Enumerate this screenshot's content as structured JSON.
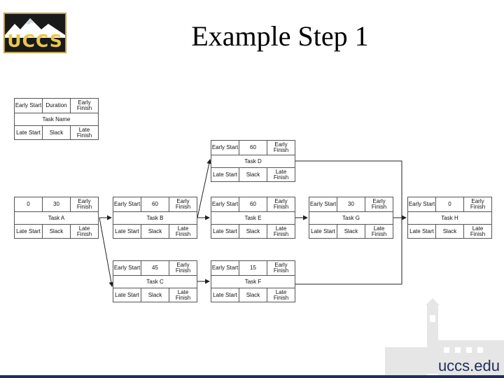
{
  "slide": {
    "title": "Example Step 1"
  },
  "logo": {
    "text": "UCCS"
  },
  "footer": {
    "url": "uccs.edu"
  },
  "legend": {
    "early_start": "Early Start",
    "duration": "Duration",
    "early_finish": "Early Finish",
    "name": "Task Name",
    "late_start": "Late Start",
    "slack": "Slack",
    "late_finish": "Late Finish"
  },
  "tasks": {
    "a": {
      "early_start": "0",
      "duration": "30",
      "early_finish": "Early Finish",
      "name": "Task A",
      "late_start": "Late Start",
      "slack": "Slack",
      "late_finish": "Late Finish"
    },
    "b": {
      "early_start": "Early Start",
      "duration": "60",
      "early_finish": "Early Finish",
      "name": "Task B",
      "late_start": "Late Start",
      "slack": "Slack",
      "late_finish": "Late Finish"
    },
    "c": {
      "early_start": "Early Start",
      "duration": "45",
      "early_finish": "Early Finish",
      "name": "Task C",
      "late_start": "Late Start",
      "slack": "Slack",
      "late_finish": "Late Finish"
    },
    "d": {
      "early_start": "Early Start",
      "duration": "60",
      "early_finish": "Early Finish",
      "name": "Task D",
      "late_start": "Late Start",
      "slack": "Slack",
      "late_finish": "Late Finish"
    },
    "e": {
      "early_start": "Early Start",
      "duration": "60",
      "early_finish": "Early Finish",
      "name": "Task E",
      "late_start": "Late Start",
      "slack": "Slack",
      "late_finish": "Late Finish"
    },
    "f": {
      "early_start": "Early Start",
      "duration": "15",
      "early_finish": "Early Finish",
      "name": "Task F",
      "late_start": "Late Start",
      "slack": "Slack",
      "late_finish": "Late Finish"
    },
    "g": {
      "early_start": "Early Start",
      "duration": "30",
      "early_finish": "Early Finish",
      "name": "Task G",
      "late_start": "Late Start",
      "slack": "Slack",
      "late_finish": "Late Finish"
    },
    "h": {
      "early_start": "Early Start",
      "duration": "0",
      "early_finish": "Early Finish",
      "name": "Task H",
      "late_start": "Late Start",
      "slack": "Slack",
      "late_finish": "Late Finish"
    }
  }
}
